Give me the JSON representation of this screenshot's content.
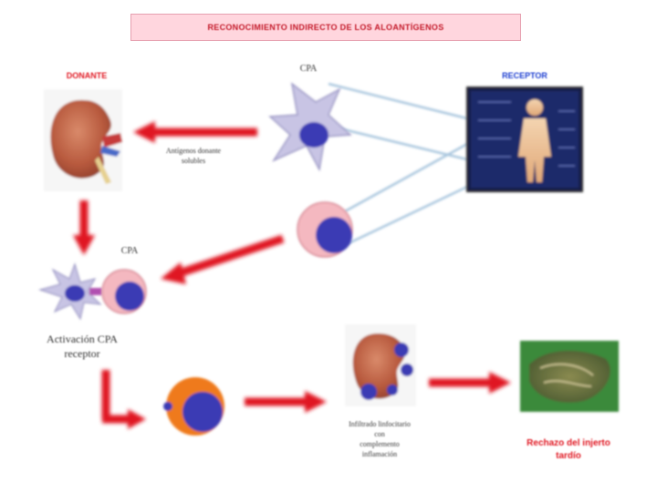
{
  "title": "RECONOCIMIENTO INDIRECTO DE LOS ALOANTÍGENOS",
  "labels": {
    "donor": "DONANTE",
    "recipient": "RECEPTOR",
    "apc_top": "CPA",
    "apc_mid": "CPA",
    "shed_antigens": [
      "Antígenos donante",
      "solubles"
    ],
    "activation": [
      "Activación CPA",
      "receptor"
    ],
    "effectors": [
      "Infiltrado linfocitario",
      "con",
      "complemento",
      "inflamación"
    ],
    "outcome": [
      "Rechazo del injerto",
      "tardío"
    ]
  },
  "colors": {
    "arrow": "#e01822",
    "nucleus": "#3a3ab4",
    "cell_pink": "#f4b8c0",
    "cell_orange": "#ef7a1a",
    "apc_body": "#c8c4e4",
    "connector": "#a9c6de"
  }
}
